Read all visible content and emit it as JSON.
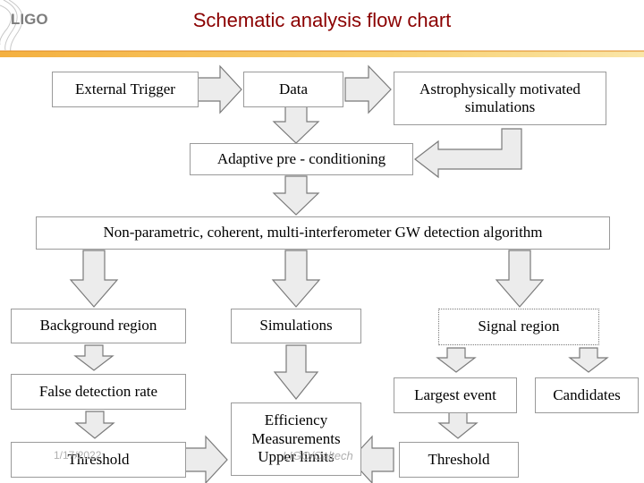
{
  "title": "Schematic analysis flow chart",
  "logo_text": "LIGO",
  "nodes": {
    "external_trigger": "External Trigger",
    "data": "Data",
    "astro_simulations": "Astrophysically motivated simulations",
    "adaptive_preconditioning": "Adaptive pre - conditioning",
    "detection_algorithm": "Non-parametric, coherent, multi-interferometer GW detection algorithm",
    "background_region": "Background region",
    "simulations": "Simulations",
    "signal_region": "Signal region",
    "false_detection_rate": "False detection rate",
    "efficiency_measurements_upper_limits": "Efficiency Measurements Upper limits",
    "largest_event": "Largest event",
    "candidates": "Candidates",
    "threshold_left": "Threshold",
    "threshold_right": "Threshold"
  },
  "footer": {
    "date": "1/17/2022",
    "org": "LIGO/Caltech"
  },
  "colors": {
    "title": "#8b0000",
    "logo": "#7d7d7d",
    "header_line": "#f0a030",
    "arrow_fill": "#ececec",
    "arrow_stroke": "#7a7a7a"
  }
}
